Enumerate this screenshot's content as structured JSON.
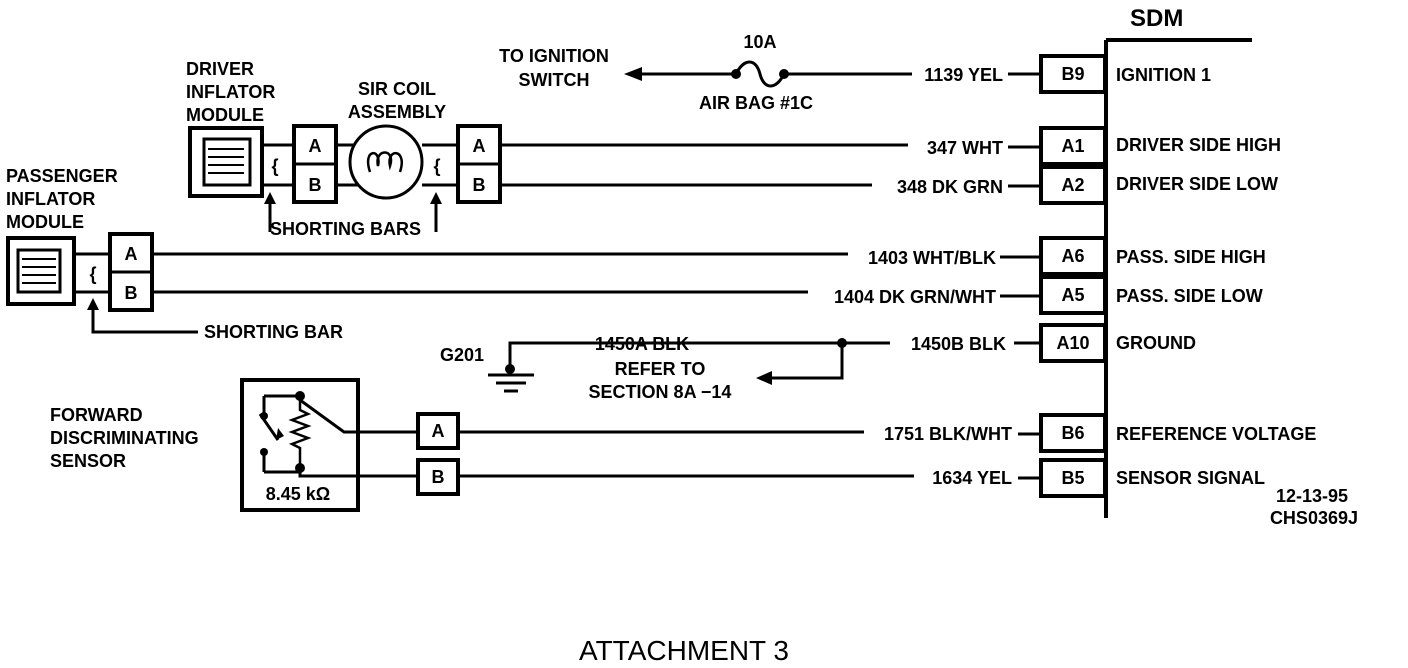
{
  "sdm": {
    "title": "SDM",
    "pins": [
      {
        "pin": "B9",
        "name": "IGNITION 1",
        "wire": "1139 YEL"
      },
      {
        "pin": "A1",
        "name": "DRIVER SIDE HIGH",
        "wire": "347 WHT"
      },
      {
        "pin": "A2",
        "name": "DRIVER SIDE LOW",
        "wire": "348 DK GRN"
      },
      {
        "pin": "A6",
        "name": "PASS. SIDE HIGH",
        "wire": "1403 WHT/BLK"
      },
      {
        "pin": "A5",
        "name": "PASS. SIDE LOW",
        "wire": "1404 DK GRN/WHT"
      },
      {
        "pin": "A10",
        "name": "GROUND",
        "wire": "1450B BLK"
      },
      {
        "pin": "B6",
        "name": "REFERENCE VOLTAGE",
        "wire": "1751 BLK/WHT"
      },
      {
        "pin": "B5",
        "name": "SENSOR SIGNAL",
        "wire": "1634 YEL"
      }
    ]
  },
  "ignition": {
    "to_label_1": "TO IGNITION",
    "to_label_2": "SWITCH",
    "fuse_rating": "10A",
    "fuse_name": "AIR BAG #1C"
  },
  "driver_module": {
    "l1": "DRIVER",
    "l2": "INFLATOR",
    "l3": "MODULE"
  },
  "sir_coil": {
    "l1": "SIR COIL",
    "l2": "ASSEMBLY"
  },
  "shorting_bars": "SHORTING BARS",
  "passenger_module": {
    "l1": "PASSENGER",
    "l2": "INFLATOR",
    "l3": "MODULE"
  },
  "shorting_bar": "SHORTING BAR",
  "ground": {
    "point": "G201",
    "wire": "1450A BLK",
    "ref_1": "REFER TO",
    "ref_2": "SECTION 8A −14"
  },
  "sensor": {
    "l1": "FORWARD",
    "l2": "DISCRIMINATING",
    "l3": "SENSOR",
    "resistance": "8.45 kΩ"
  },
  "connector_pins": {
    "a": "A",
    "b": "B"
  },
  "date": "12-13-95",
  "drawing_code": "CHS0369J",
  "caption": "ATTACHMENT 3"
}
